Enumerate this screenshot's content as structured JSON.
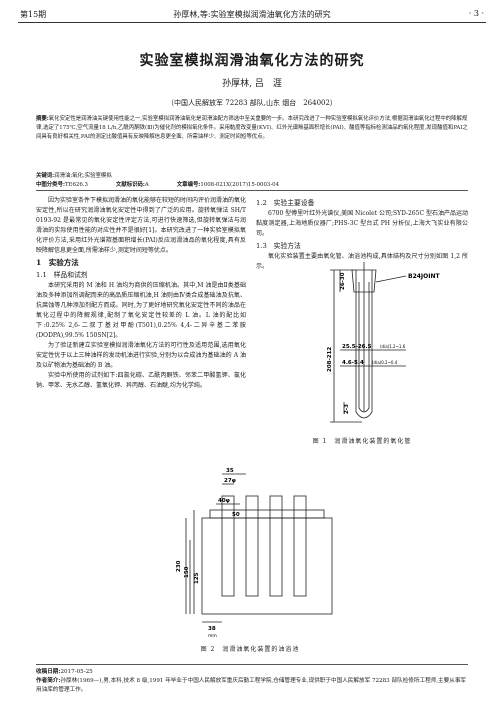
{
  "header": {
    "issue": "第15期",
    "running_title": "孙厚林,等:实验室模拟润滑油氧化方法的研究",
    "page": "· 3 ·"
  },
  "title": "实验室模拟润滑油氧化方法的研究",
  "authors": "孙厚林, 吕　涯",
  "affiliation": "（中国人民解放军 72283 部队,山东 烟台　264002）",
  "abstract": {
    "label": "摘要:",
    "text": "氧化安定性是润滑油关键使用性能之一,实验室模拟润滑油氧化是润滑油配方筛选中至关重要的一步。本研究改进了一种实验室模拟氧化评价方法,根据润滑油氧化过程中的降解规律,选定了175℃,空气流量18 L/h,乙酰丙酮铁(Ⅲ)为催化剂的模拟氧化条件。采用黏度改变量(KVI)、红外光谱羰基面积增长(PAI)、酸值等指标检测油品的氧化程度,发现酸值和PAI之间具有良好相关性,PAI的测定比酸值具有反映降解信息更全面、所需油样少、测定时间短等优点。"
  },
  "keywords": {
    "label": "关键词:",
    "text": "润滑油;氧化;实验室模拟"
  },
  "classification": [
    {
      "label": "中图分类号:",
      "value": "TE626.3"
    },
    {
      "label": "文献标识码:",
      "value": "A"
    },
    {
      "label": "文章编号:",
      "value": "1008-021X(2017)15-0003-04"
    }
  ],
  "intro": [
    "因为实验室条件下模拟润滑油的氧化能够在较短的时间内评价润滑油的氧化安定性,所以在研究润滑油氧化安定性中得到了广泛的应用。旋转氧弹法 SH/T 0193-92 是最常见的氧化安定性评定方法,可进行快速筛选,但旋转氧弹法与润滑油的实际使用性能的对应性并不是很好[1]。本研究改进了一种实验室模拟氧化评价方法,采用红外光谱羰基面积增长(PAI)反应润滑油品的氧化程度,具有反映降解信息更全面,所需油样少,测定时间短等优点。"
  ],
  "sec1": "1　实验方法",
  "sec1_1": "1.1　样品和试剂",
  "sec1_1_paras": [
    "本研究采用的 M 油和 H 油均为商供的压缩机油。其中,M 油是由Ⅱ类基础油及多种添加剂调配而来的高品质压缩机油,H 油则由Ⅳ类合成基础油及抗氧、抗腐蚀等几种添加剂配方而成。同时,为了更好地研究氧化安定性不同的油品在氧化过程中的降解规律,配制了氧化安定性较差的 L 油。L 油的配比如下:0.25% 2,6-二叔丁基对甲酚(T501),0.25% 4,4-二异辛基二苯胺(DODPA),99.5% 150SN[2]。",
    "为了验证新建立实验室模拟润滑油氧化方法的可行性及适用范围,选用氧化安定性优于以上三种油样的发动机油进行实验,分别为以合成油为基础油的 A 油及以矿物油为基础油的 B 油。",
    "实验中所使用的试剂如下:四氯化碳、乙酰丙酮铁、邻苯二甲酸氢钾、氯化钠、甲苯、无水乙醇、氢氧化钾、异丙醇、石油醚,均为化学纯。"
  ],
  "sec1_2": "1.2　实验主要设备",
  "sec1_2_para": "6700 型傅里叶红外光谱仪,美国 Nicolet 公司;SYD-265C 型石油产品运动黏度测定器,上海地质仪器厂;PHS-3C 型台式 PH 分析仪,上海大飞实业有限公司。",
  "sec1_3": "1.3　实验方法",
  "sec1_3_para": "氧化实验装置主要由氧化管、油浴池构成,具体结构及尺寸分别如图 1,2 所示。",
  "fig1": {
    "caption": "图 1　润滑油氧化装置的氧化管",
    "labels": {
      "joint": "B24JOINT",
      "top": "26-30",
      "height": "208-212",
      "m1": "25.5-26.5",
      "m1tol": "(dia)1.2~1.6",
      "m2": "4.6-5.4",
      "m2tol": "(dia)0.2~0.4",
      "bottom": "2-3"
    }
  },
  "fig2": {
    "caption": "图 2　润滑油氧化装置的油浴池",
    "labels": {
      "w1": "35",
      "w2": "27φ",
      "w3": "40φ",
      "w4": "50",
      "h1": "230",
      "h2": "150",
      "h3": "125",
      "w5": "38",
      "unit": "mm"
    }
  },
  "footnote": {
    "received_label": "收稿日期:",
    "received": "2017-05-25",
    "author_label": "作者简介:",
    "author": "孙厚林(1969—),男,本科,技术 8 级,1991 年毕业于中国人民解放军重庆后勤工程学院,仓储管理专业,现供职于中国人民解放军 72283 部队检修所工程师,主要从事军用油库的管理工作。"
  }
}
